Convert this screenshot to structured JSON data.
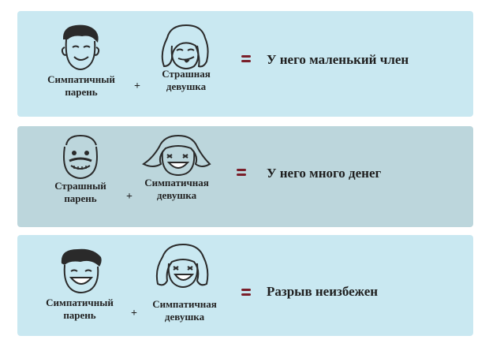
{
  "rows": [
    {
      "left_label": [
        "Симпатичный",
        "парень"
      ],
      "right_label": [
        "Страшная",
        "девушка"
      ],
      "plus": "+",
      "result": "У него маленький член"
    },
    {
      "left_label": [
        "Страшный",
        "парень"
      ],
      "right_label": [
        "Симпатичная",
        "девушка"
      ],
      "plus": "+",
      "result": "У него много денег"
    },
    {
      "left_label": [
        "Симпатичный",
        "парень"
      ],
      "right_label": [
        "Симпатичная",
        "девушка"
      ],
      "plus": "+",
      "result": "Разрыв неизбежен"
    }
  ],
  "colors": {
    "panel_light": "#c9e8f1",
    "panel_grey": "#bcd6dc",
    "equals": "#7a1f2a"
  }
}
